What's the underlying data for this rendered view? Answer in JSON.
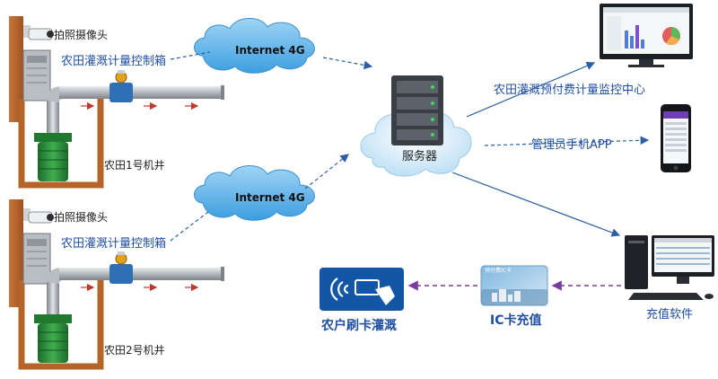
{
  "well1": {
    "camera_label": "拍照摄像头",
    "control_box_label": "农田灌溉计量控制箱",
    "well_label": "农田1号机井"
  },
  "well2": {
    "camera_label": "拍照摄像头",
    "control_box_label": "农田灌溉计量控制箱",
    "well_label": "农田2号机井"
  },
  "cloud1": {
    "label": "Internet  4G"
  },
  "cloud2": {
    "label": "Internet  4G"
  },
  "server": {
    "label": "服务器"
  },
  "monitor_center": {
    "label": "农田灌溉预付费计量监控中心"
  },
  "mobile_app": {
    "label": "管理员手机APP"
  },
  "recharge_software": {
    "label": "充值软件"
  },
  "ic_card": {
    "label": "IC卡充值",
    "card_text": "预付费IC卡"
  },
  "swipe_card": {
    "label": "农户刷卡灌溉"
  },
  "colors": {
    "label_blue": "#1f4fa3",
    "cloud_blue": "#4aa8e6",
    "arrow_blue": "#2c5fa8",
    "arrow_purple": "#7a3c9e",
    "flow_arrow_red": "#c0392b",
    "brick": "#b5652a",
    "pump_green": "#2e8b3a"
  },
  "icons": [
    "camera-icon",
    "control-box-icon",
    "pump-icon",
    "cloud-icon",
    "server-icon",
    "monitor-icon",
    "smartphone-icon",
    "desktop-computer-icon",
    "ic-card-icon",
    "card-reader-icon"
  ]
}
